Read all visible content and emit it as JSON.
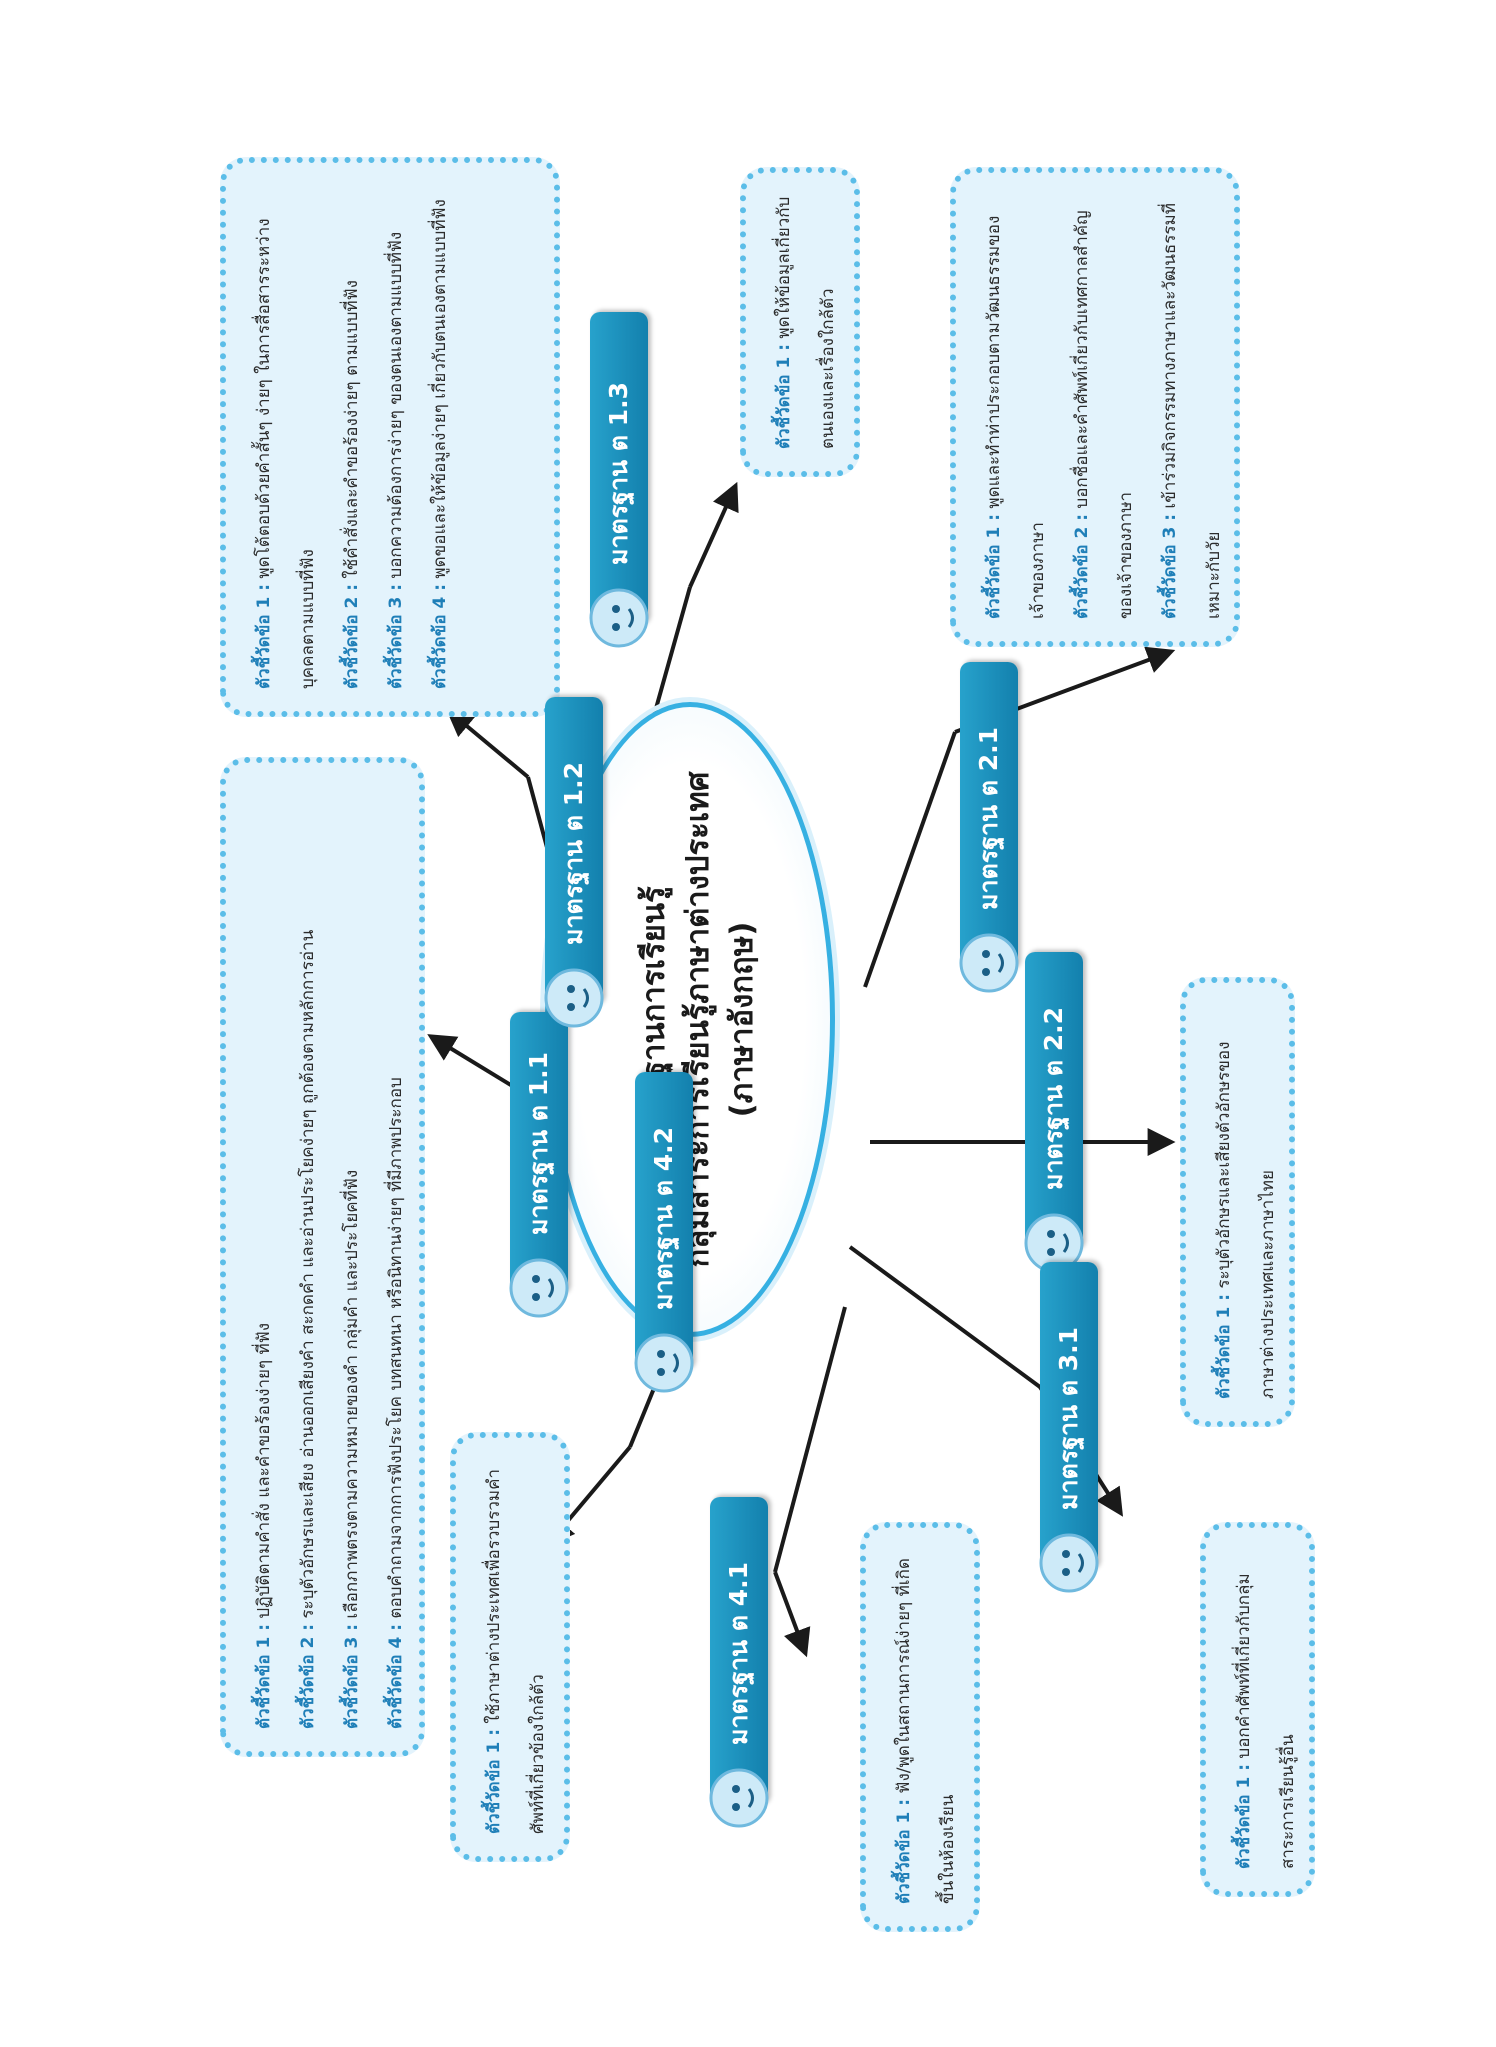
{
  "title": {
    "line1": "มาตรฐานการเรียนรู้",
    "line2": "กลุ่มสาระการเรียนรู้ภาษาต่างประเทศ",
    "line3": "(ภาษาอังกฤษ)"
  },
  "standards": {
    "s11": "มาตรฐาน ต 1.1",
    "s12": "มาตรฐาน ต 1.2",
    "s13": "มาตรฐาน ต 1.3",
    "s21": "มาตรฐาน ต 2.1",
    "s22": "มาตรฐาน ต 2.2",
    "s31": "มาตรฐาน ต 3.1",
    "s41": "มาตรฐาน ต 4.1",
    "s42": "มาตรฐาน ต 4.2"
  },
  "boxes": {
    "b11": [
      {
        "label": "ตัวชี้วัดข้อ 1 :",
        "text": "ปฏิบัติตามคำสั่ง และคำขอร้องง่ายๆ ที่ฟัง"
      },
      {
        "label": "ตัวชี้วัดข้อ 2 :",
        "text": "ระบุตัวอักษรและเสียง อ่านออกเสียงคำ สะกดคำ และอ่านประโยคง่ายๆ ถูกต้องตามหลักการอ่าน"
      },
      {
        "label": "ตัวชี้วัดข้อ 3 :",
        "text": "เลือกภาพตรงตามความหมายของคำ กลุ่มคำ และประโยคที่ฟัง"
      },
      {
        "label": "ตัวชี้วัดข้อ 4 :",
        "text": "ตอบคำถามจากการฟังประโยค บทสนทนา หรือนิทานง่ายๆ ที่มีภาพประกอบ"
      }
    ],
    "b12": [
      {
        "label": "ตัวชี้วัดข้อ 1 :",
        "text": "พูดโต้ตอบด้วยคำสั้นๆ ง่ายๆ ในการสื่อสารระหว่างบุคคลตามแบบที่ฟัง"
      },
      {
        "label": "ตัวชี้วัดข้อ 2 :",
        "text": "ใช้คำสั่งและคำขอร้องง่ายๆ ตามแบบที่ฟัง"
      },
      {
        "label": "ตัวชี้วัดข้อ 3 :",
        "text": "บอกความต้องการง่ายๆ ของตนเองตามแบบที่ฟัง"
      },
      {
        "label": "ตัวชี้วัดข้อ 4 :",
        "text": "พูดขอและให้ข้อมูลง่ายๆ เกี่ยวกับตนเองตามแบบที่ฟัง"
      }
    ],
    "b13": [
      {
        "label": "ตัวชี้วัดข้อ 1 :",
        "text": "พูดให้ข้อมูลเกี่ยวกับตนเองและเรื่องใกล้ตัว"
      }
    ],
    "b21": [
      {
        "label": "ตัวชี้วัดข้อ 1 :",
        "text": "พูดและทำท่าประกอบตามวัฒนธรรมของเจ้าของภาษา"
      },
      {
        "label": "ตัวชี้วัดข้อ 2 :",
        "text": "บอกชื่อและคำศัพท์เกี่ยวกับเทศกาลสำคัญของเจ้าของภาษา"
      },
      {
        "label": "ตัวชี้วัดข้อ 3 :",
        "text": "เข้าร่วมกิจกรรมทางภาษาและวัฒนธรรมที่เหมาะกับวัย"
      }
    ],
    "b22": [
      {
        "label": "ตัวชี้วัดข้อ 1 :",
        "text": "ระบุตัวอักษรและเสียงตัวอักษรของภาษาต่างประเทศและภาษาไทย"
      }
    ],
    "b31": [
      {
        "label": "ตัวชี้วัดข้อ 1 :",
        "text": "บอกคำศัพท์ที่เกี่ยวกับกลุ่มสาระการเรียนรู้อื่น"
      }
    ],
    "b41": [
      {
        "label": "ตัวชี้วัดข้อ 1 :",
        "text": "ฟัง/พูดในสถานการณ์ง่ายๆ ที่เกิดขึ้นในห้องเรียน"
      }
    ],
    "b42": [
      {
        "label": "ตัวชี้วัดข้อ 1 :",
        "text": "ใช้ภาษาต่างประเทศเพื่อรวบรวมคำศัพท์ที่เกี่ยวข้องใกล้ตัว"
      }
    ]
  },
  "colors": {
    "accent": "#1a8bbd",
    "box_fill": "#e3f3fc",
    "box_border": "#5bbde8",
    "label": "#1f7fb8"
  }
}
